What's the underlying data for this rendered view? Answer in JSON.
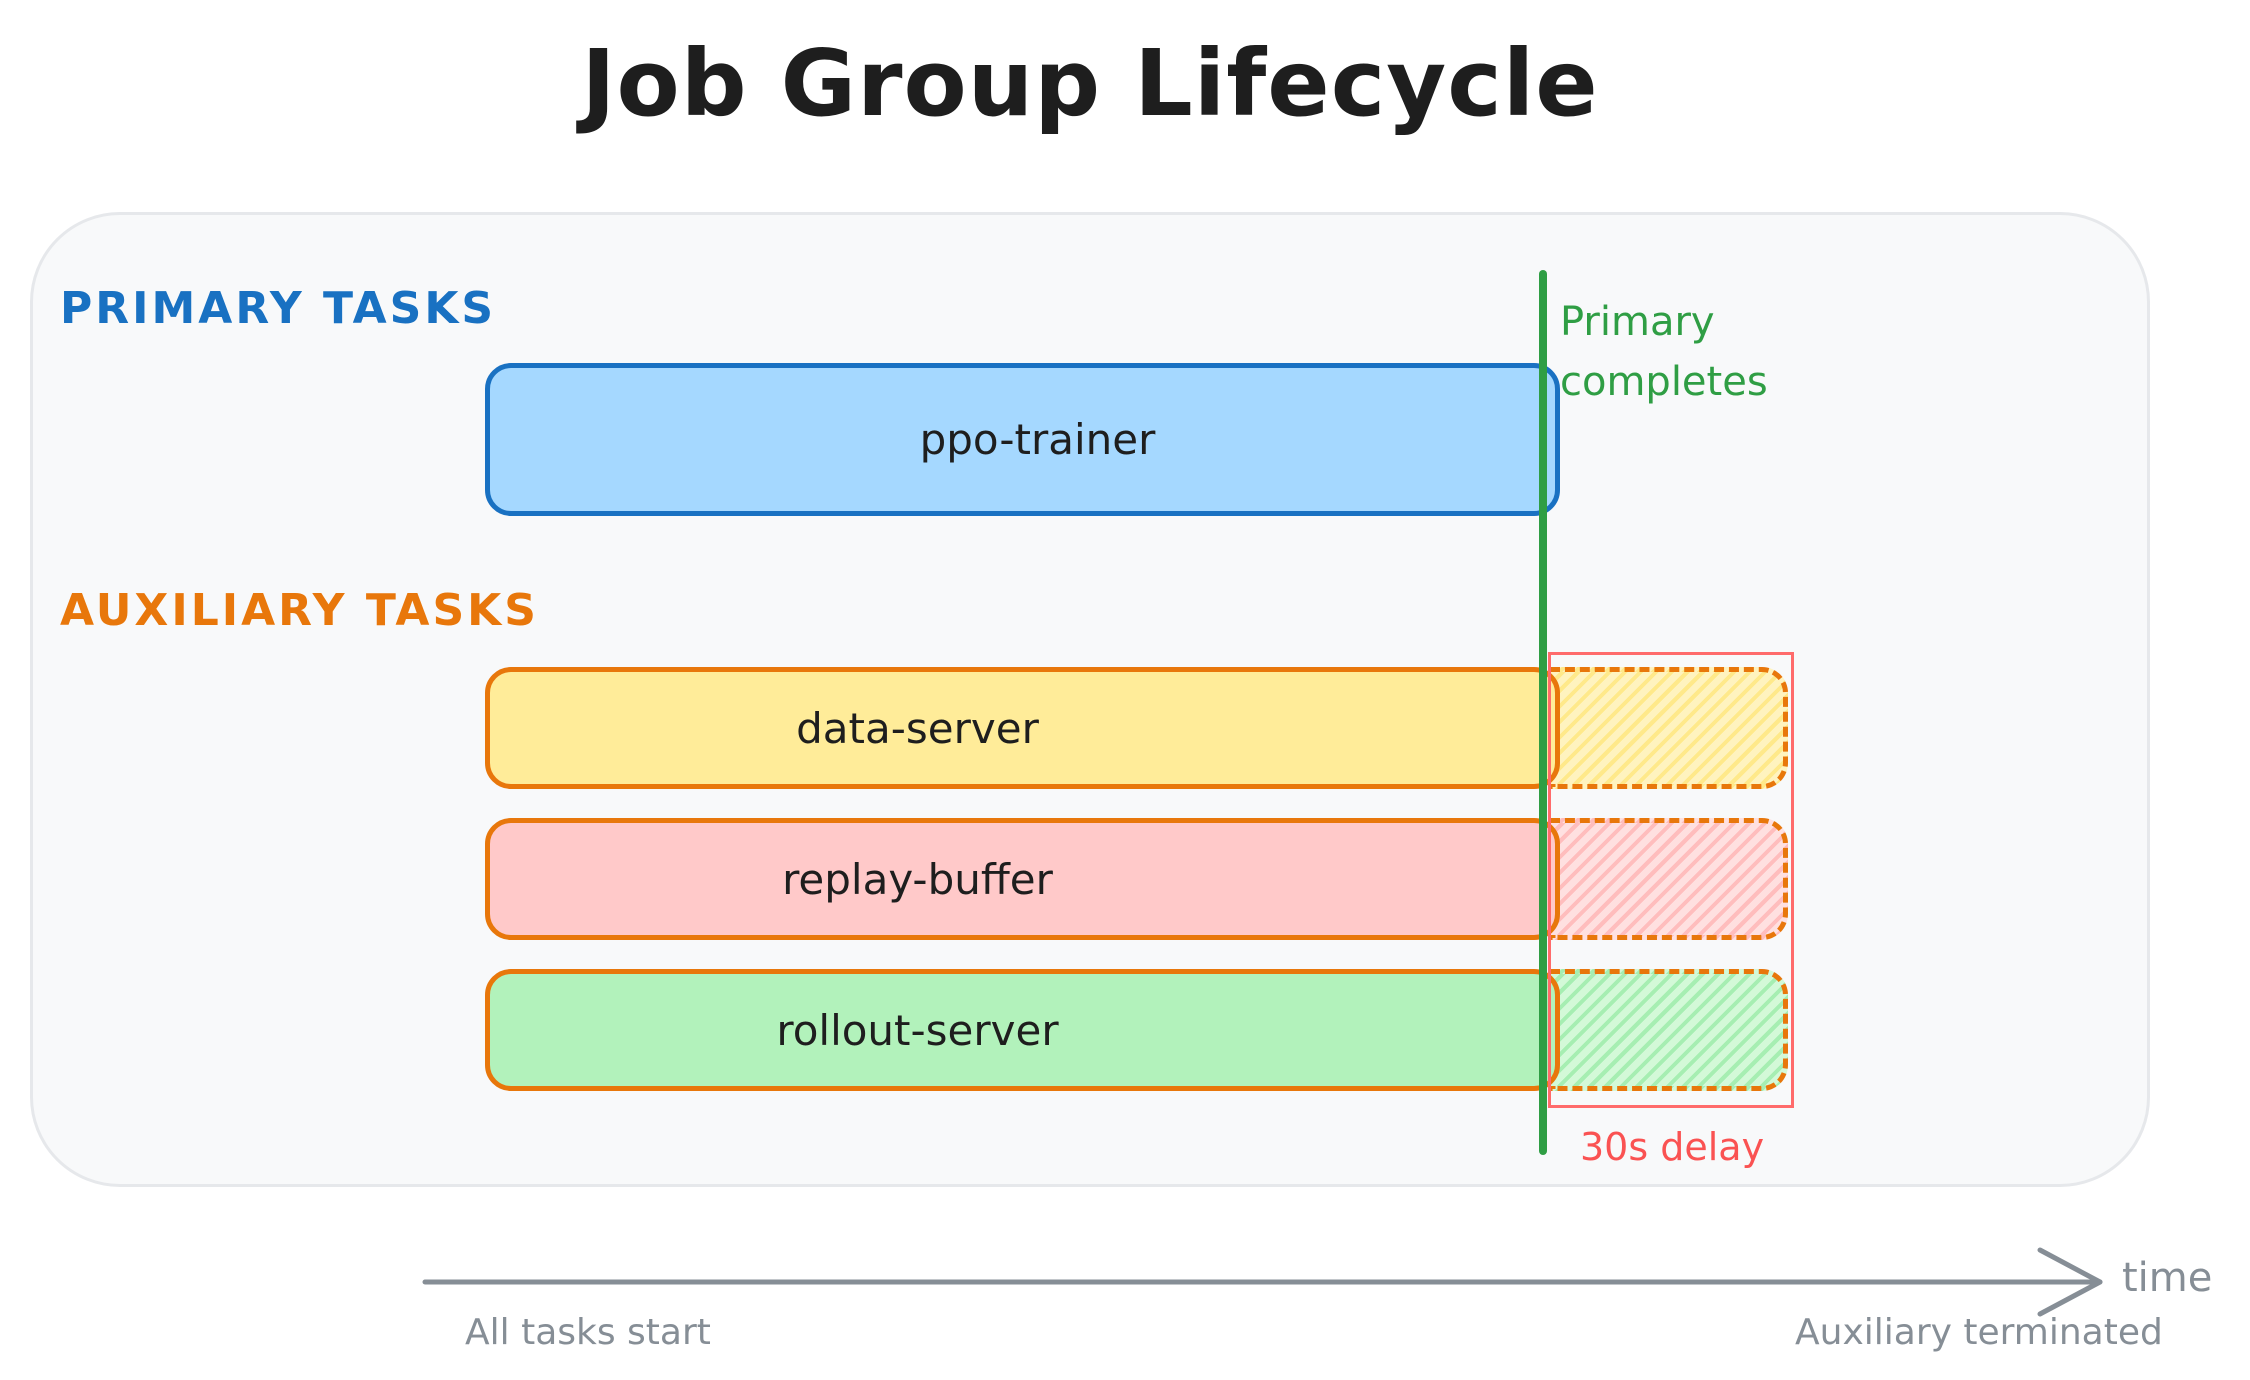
{
  "title": "Job Group Lifecycle",
  "sections": {
    "primary_label": "PRIMARY TASKS",
    "auxiliary_label": "AUXILIARY TASKS"
  },
  "tasks": {
    "primary": [
      {
        "name": "ppo-trainer"
      }
    ],
    "auxiliary": [
      {
        "name": "data-server"
      },
      {
        "name": "replay-buffer"
      },
      {
        "name": "rollout-server"
      }
    ]
  },
  "markers": {
    "primary_completes_line1": "Primary",
    "primary_completes_line2": "completes",
    "delay": "30s delay"
  },
  "timeline": {
    "axis_label": "time",
    "start_label": "All tasks start",
    "end_label": "Auxiliary terminated"
  },
  "colors": {
    "primary": "#1971c2",
    "auxiliary": "#e8770b",
    "completion": "#2f9e44",
    "delay": "#fa5252",
    "axis": "#868e96"
  }
}
